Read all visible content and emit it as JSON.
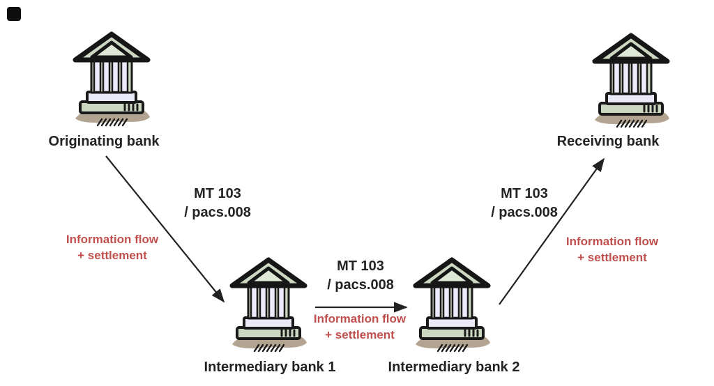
{
  "colors": {
    "background": "#ffffff",
    "text": "#232323",
    "flow_red": "#c0504d",
    "arrow": "#222222",
    "bank_green": "#cdd8c2",
    "bank_lavender": "#e9e9f7",
    "bank_shadow": "#b3a491"
  },
  "nodes": [
    {
      "label": "Originating bank"
    },
    {
      "label": "Intermediary bank 1"
    },
    {
      "label": "Intermediary bank 2"
    },
    {
      "label": "Receiving bank"
    }
  ],
  "edges": [
    {
      "from": "Originating bank",
      "to": "Intermediary bank 1",
      "message": {
        "line1": "MT 103",
        "line2": "/ pacs.008"
      },
      "flow": {
        "line1": "Information flow",
        "line2": "+ settlement"
      }
    },
    {
      "from": "Intermediary bank 1",
      "to": "Intermediary bank 2",
      "message": {
        "line1": "MT 103",
        "line2": "/ pacs.008"
      },
      "flow": {
        "line1": "Information flow",
        "line2": "+ settlement"
      }
    },
    {
      "from": "Intermediary bank 2",
      "to": "Receiving bank",
      "message": {
        "line1": "MT 103",
        "line2": "/ pacs.008"
      },
      "flow": {
        "line1": "Information flow",
        "line2": "+ settlement"
      }
    }
  ]
}
